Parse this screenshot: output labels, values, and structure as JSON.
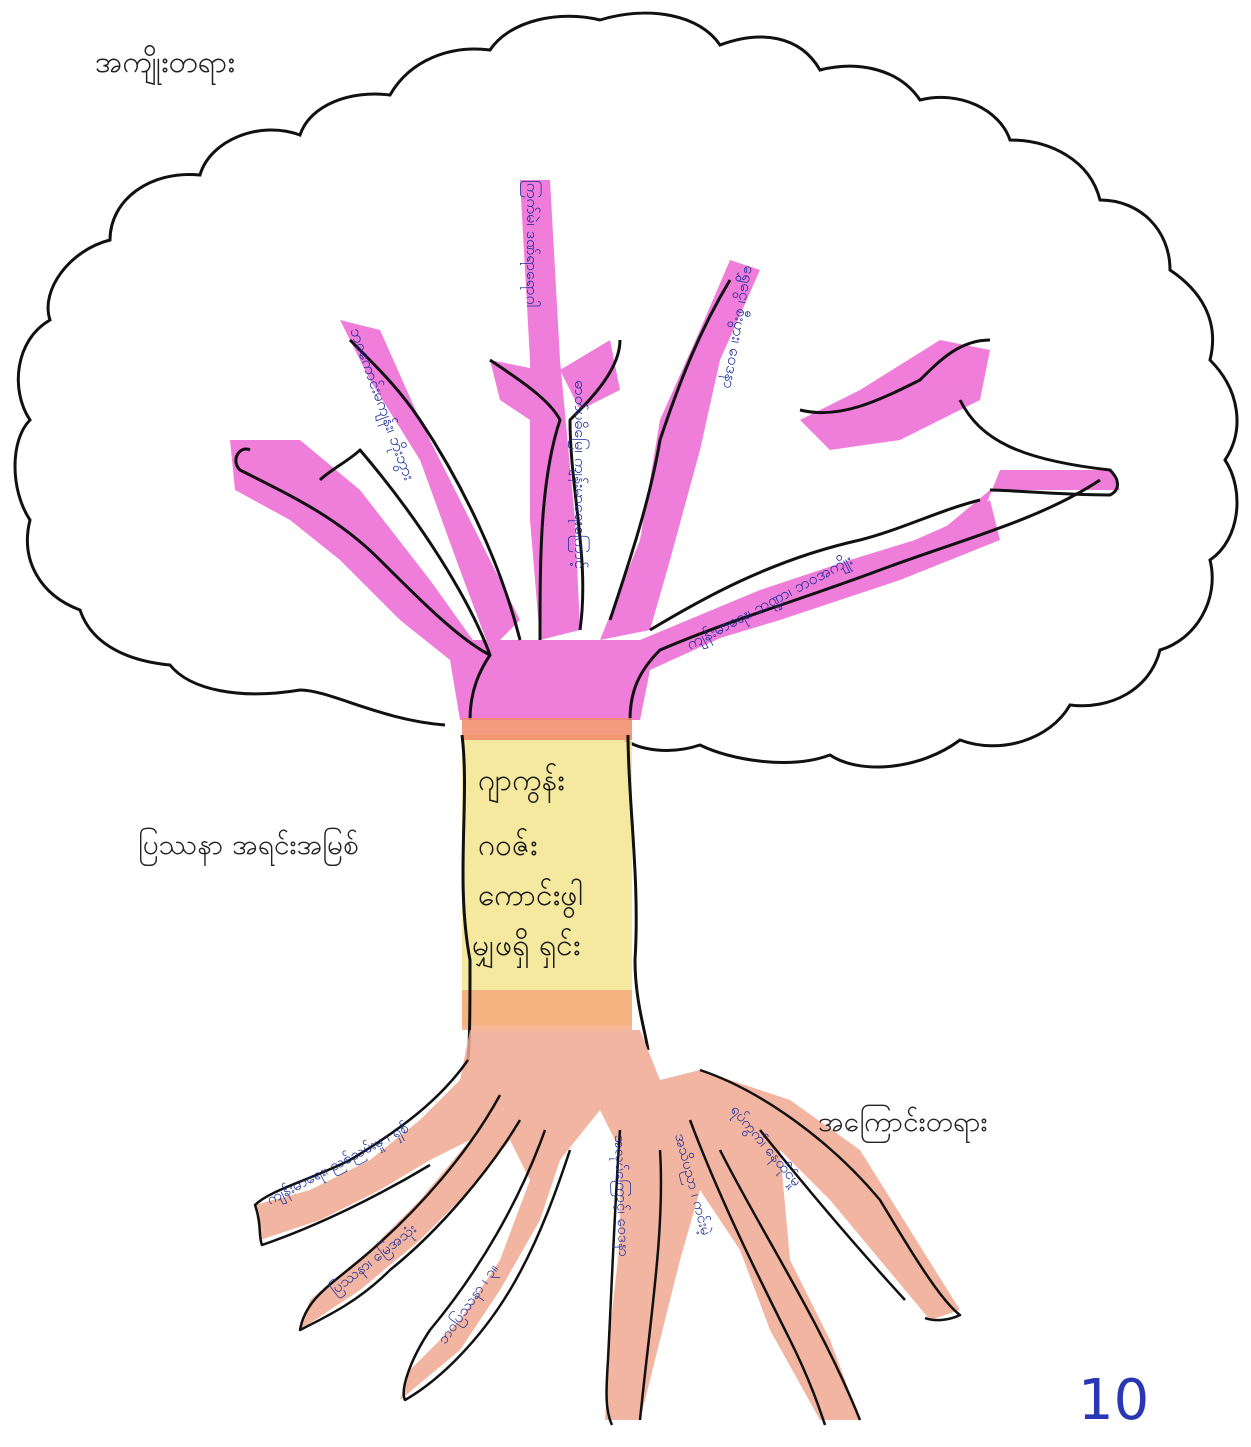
{
  "labels": {
    "effects": "အကျိုးတရား",
    "core_problem": "ပြဿနာ အရင်းအမြစ်",
    "causes": "အကြောင်းတရား"
  },
  "trunk": {
    "lines": [
      "ဂျာကွန်း",
      "ဂဝဇ်း",
      "ကောင်းဖွါ",
      "မျှဖရှိ ရှင်း"
    ]
  },
  "branches": [
    "ဘဝကောင်းမကျန်း၊ ဘိုးဘွား",
    "ကြက်မဲ၊ ဒဏ်ရာရောဂါ",
    "ဓာတ်ပဓိမြေ၊ ကျန်းမာရေးကြောင့်",
    "ရွှေငွေ၊ စီးပွား၊ ဝေဒနာ",
    "ကျန်းမာရေး၊ ဘဏ္ဍာ၊ ဘဝအကျိုး"
  ],
  "roots": [
    "ကျန်းမာရေး၊ ညစ်ညမ်းမှု ၊ ရှစ်",
    "ပြဿနာ၊ မြေအသုံး",
    "ဘဝပြဿနာ ၊ ၃။",
    "အလုပ်ကြောင့်၊ ဝေဒနာ",
    "အသိပညာ ၊ ကင်းမဲ့",
    "ရပ်ကွက်၊ နေထိုင်မှု"
  ],
  "page_number": "10"
}
